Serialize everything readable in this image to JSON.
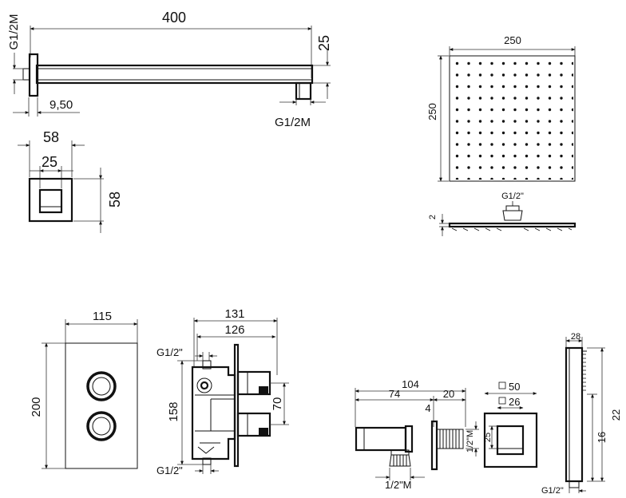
{
  "shower_arm": {
    "length": "400",
    "height": "25",
    "thread_left": "G1/2M",
    "thread_bottom": "G1/2M",
    "offset": "9,50"
  },
  "wall_flange": {
    "outer": "58",
    "inner": "25",
    "height": "58"
  },
  "shower_head": {
    "width": "250",
    "height": "250",
    "thread": "G1/2\"",
    "thickness": "2"
  },
  "valve_plate": {
    "width": "115",
    "height": "200"
  },
  "valve_body": {
    "depth_total": "131",
    "depth_inner": "126",
    "thread_top": "G1/2\"",
    "thread_bottom": "G1/2\"",
    "height": "158",
    "spacing": "70"
  },
  "wall_outlet": {
    "length": "104",
    "part_a": "74",
    "part_b": "20",
    "wall": "4",
    "thread_side": "1/2\"M",
    "thread_bottom": "1/2\"M",
    "square_outer": "50",
    "square_inner": "26",
    "inner_height": "25"
  },
  "hand_shower": {
    "width": "28",
    "length": "22",
    "grip": "16",
    "thread": "G1/2\""
  }
}
